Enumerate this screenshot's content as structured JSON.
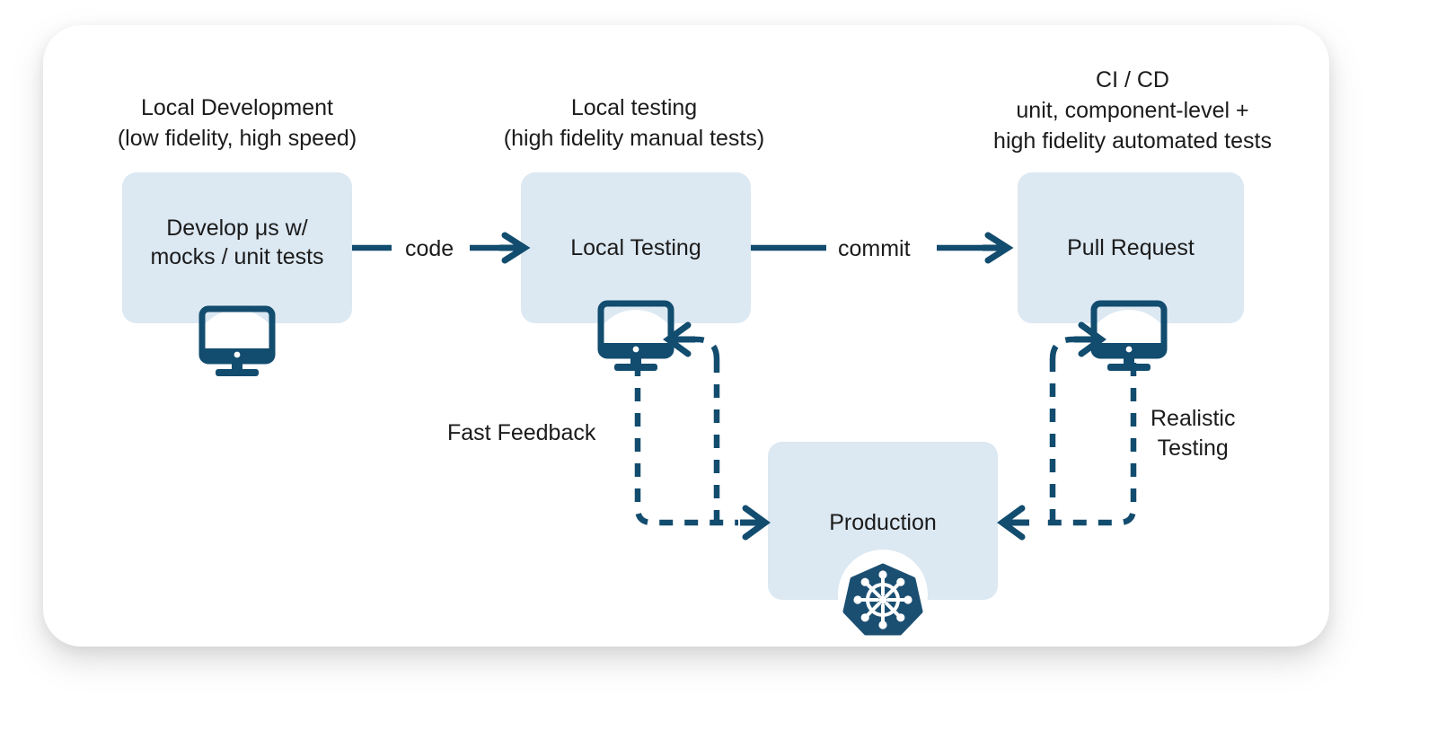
{
  "diagram": {
    "title": "Local development to production testing workflow",
    "colors": {
      "card_background": "#ffffff",
      "node_fill": "#dce8f2",
      "accent_navy": "#124c6e",
      "text": "#1b1b1b"
    },
    "captions": [
      {
        "id": "local-development",
        "text": "Local Development\n(low fidelity, high speed)"
      },
      {
        "id": "local-testing",
        "text": "Local testing\n(high fidelity manual tests)"
      },
      {
        "id": "ci-cd",
        "text": "CI / CD\nunit, component-level +\nhigh fidelity automated tests"
      }
    ],
    "nodes": [
      {
        "id": "develop",
        "label": "Develop μs w/\nmocks / unit tests",
        "icon": "monitor-icon"
      },
      {
        "id": "local-testing",
        "label": "Local Testing",
        "icon": "monitor-icon"
      },
      {
        "id": "pull-request",
        "label": "Pull Request",
        "icon": "monitor-icon"
      },
      {
        "id": "production",
        "label": "Production",
        "icon": "kubernetes-icon"
      }
    ],
    "edges": [
      {
        "id": "code",
        "label": "code",
        "style": "solid",
        "from": "develop",
        "to": "local-testing"
      },
      {
        "id": "commit",
        "label": "commit",
        "style": "solid",
        "from": "local-testing",
        "to": "pull-request"
      },
      {
        "id": "fast-feedback",
        "label": "Fast Feedback",
        "style": "dashed",
        "from": "local-testing",
        "to": "production"
      },
      {
        "id": "realistic-testing",
        "label": "Realistic\nTesting",
        "style": "dashed",
        "from": "pull-request",
        "to": "production"
      }
    ]
  }
}
